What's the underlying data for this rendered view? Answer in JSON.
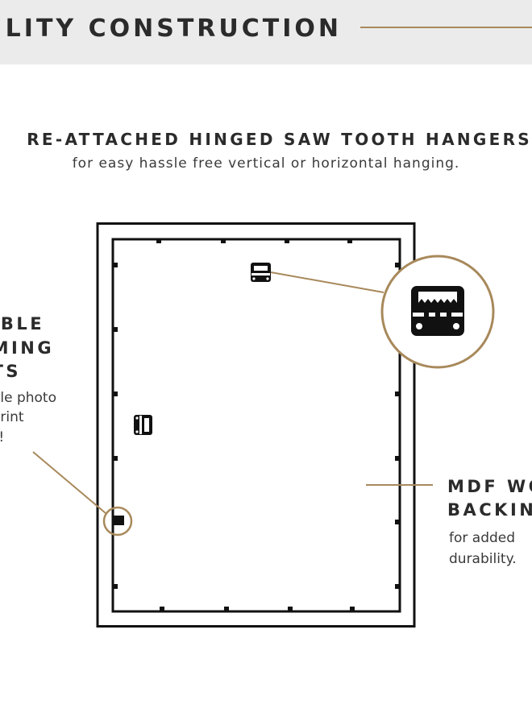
{
  "banner": {
    "title": "LITY CONSTRUCTION"
  },
  "hangers_section": {
    "headline": "RE-ATTACHED HINGED SAW TOOTH HANGERS",
    "subline": "for easy hassle free vertical or horizontal hanging."
  },
  "left_callout": {
    "heading_lines": [
      "IBLE",
      "MING",
      "TS"
    ],
    "body_lines": [
      "ple photo",
      "print",
      "s!"
    ]
  },
  "right_callout": {
    "heading_lines": [
      "MDF WO",
      "BACKIN"
    ],
    "body_lines": [
      "for added",
      "durability."
    ]
  },
  "colors": {
    "accent_gold": "#a8895b",
    "banner_bg": "#ebebeb",
    "text_dark": "#2b2b2b",
    "frame_black": "#111111"
  },
  "icons": {
    "hanger": "sawtooth-hanger-icon",
    "clip": "flexible-point-clip-icon"
  }
}
